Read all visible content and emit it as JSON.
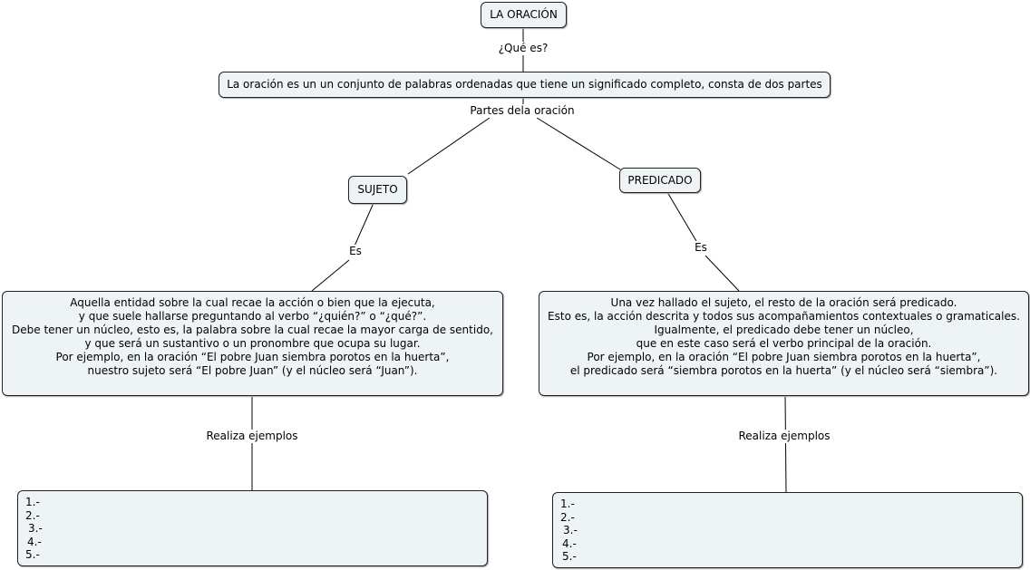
{
  "nodes": {
    "root": "LA ORACIÓN",
    "definition": "La oración es un un conjunto de palabras ordenadas que tiene un significado completo, consta de dos partes",
    "sujeto": "SUJETO",
    "predicado": "PREDICADO",
    "sujeto_desc": "Aquella entidad sobre la cual recae la acción o bien que la ejecuta,\ny que suele hallarse preguntando al verbo “¿quién?” o “¿qué?”.\nDebe tener un núcleo, esto es, la palabra sobre la cual recae la mayor carga de sentido,\ny que será un sustantivo o un pronombre que ocupa su lugar.\nPor ejemplo, en la oración “El pobre Juan siembra porotos en la huerta”,\nnuestro sujeto será “El pobre Juan” (y el núcleo será “Juan”).",
    "predicado_desc": "Una vez hallado el sujeto, el resto de la oración será predicado.\nEsto es, la acción descrita y todos sus acompañamientos contextuales o gramaticales.\nIgualmente, el predicado debe tener un núcleo,\nque en este caso será el verbo principal de la oración.\nPor ejemplo, en la oración “El pobre Juan siembra porotos en la huerta”,\nel predicado será “siembra porotos en la huerta” (y el núcleo será “siembra”).",
    "sujeto_list": [
      "1.-",
      "2.-",
      "3.-",
      "4.-",
      "5.-"
    ],
    "predicado_list": [
      "1.-",
      "2.-",
      "3.-",
      "4.-",
      "5.-"
    ]
  },
  "links": {
    "que_es": "¿Qué es?",
    "partes": "Partes dela oración",
    "es_sujeto": "Es",
    "es_predicado": "Es",
    "ejemplos_sujeto": "Realiza ejemplos",
    "ejemplos_predicado": "Realiza ejemplos"
  }
}
